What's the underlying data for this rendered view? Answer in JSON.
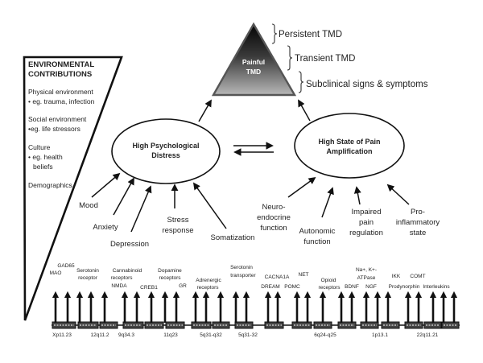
{
  "environment": {
    "heading": [
      "ENVIRONMENTAL",
      "CONTRIBUTIONS"
    ],
    "items": [
      {
        "lines": [
          "Physical  environment",
          "• eg. trauma, infection"
        ]
      },
      {
        "lines": [
          "Social environment",
          "•eg. life stressors"
        ]
      },
      {
        "lines": [
          "Culture",
          "• eg. health",
          "  beliefs"
        ]
      },
      {
        "lines": [
          "Demographics"
        ]
      }
    ]
  },
  "apex": {
    "label": [
      "Painful",
      "TMD"
    ],
    "tiers": [
      "Persistent TMD",
      "Transient TMD",
      "Subclinical signs & symptoms"
    ],
    "colors": {
      "top": "#0a0a0a",
      "bottom": "#b8b8b8",
      "border": "#555555"
    }
  },
  "domains": {
    "left": {
      "label": [
        "High Psychological",
        "Distress"
      ]
    },
    "right": {
      "label": [
        "High State of Pain",
        "Amplification"
      ]
    },
    "interaction_icon": "bidirectional-arrows-icon"
  },
  "psych_factors": [
    {
      "lines": [
        "Mood"
      ]
    },
    {
      "lines": [
        "Anxiety"
      ]
    },
    {
      "lines": [
        "Depression"
      ]
    },
    {
      "lines": [
        "Stress",
        "response"
      ]
    },
    {
      "lines": [
        "Somatization"
      ]
    }
  ],
  "pain_factors": [
    {
      "lines": [
        "Neuro-",
        "endocrine",
        "function"
      ]
    },
    {
      "lines": [
        "Autonomic",
        "function"
      ]
    },
    {
      "lines": [
        "Impaired",
        "pain",
        "regulation"
      ]
    },
    {
      "lines": [
        "Pro-",
        "inflammatory",
        "state"
      ]
    }
  ],
  "genes": [
    {
      "label": "MAO"
    },
    {
      "label": "GAD65"
    },
    {
      "label": "Serotonin receptor"
    },
    {
      "label": "Cannabinoid receptors"
    },
    {
      "label": "NMDA"
    },
    {
      "label": "CREB1"
    },
    {
      "label": "Dopamine receptors"
    },
    {
      "label": "GR"
    },
    {
      "label": "Adrenergic receptors"
    },
    {
      "label": "Serotonin transporter"
    },
    {
      "label": "CACNA1A"
    },
    {
      "label": "DREAM"
    },
    {
      "label": "POMC"
    },
    {
      "label": "NET"
    },
    {
      "label": "Opioid receptors"
    },
    {
      "label": "BDNF"
    },
    {
      "label": "Na+, K+-ATPase"
    },
    {
      "label": "NGF"
    },
    {
      "label": "Prodynorphin"
    },
    {
      "label": "IKK"
    },
    {
      "label": "COMT"
    },
    {
      "label": "Interleukins"
    }
  ],
  "loci": [
    "Xp11.23",
    "12q11.2",
    "9q34.3",
    "11q23",
    "5q31-q32",
    "5q31-32",
    "6q24-q25",
    "1p13.1",
    "22q11.21"
  ]
}
